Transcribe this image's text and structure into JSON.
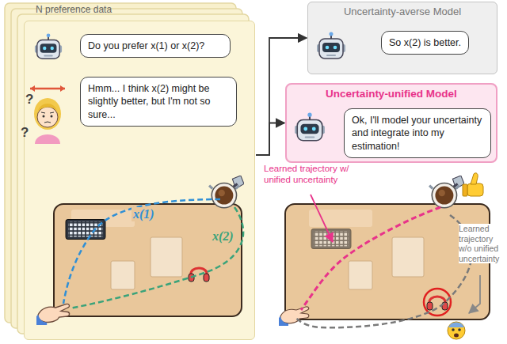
{
  "diagram": {
    "nodes": [
      {
        "text": [
          "N preference data"
        ]
      },
      {
        "text": [
          "Do you prefer x(1) or x(2)?"
        ],
        "in": 0
      },
      {
        "text": [
          "Hmm... I think x(2) might be slightly better, but I'm not so sure..."
        ],
        "in": 0
      },
      {
        "text": [
          "Uncertainty-averse Model"
        ]
      },
      {
        "text": [
          "So x(2) is better."
        ],
        "in": 3
      },
      {
        "text": [
          "Uncertainty-unified Model"
        ]
      },
      {
        "text": [
          "Ok, I'll model your uncertainty and integrate into my estimation!"
        ],
        "in": 5
      }
    ],
    "edges": [
      {
        "from": 0,
        "to": 3,
        "arrow": "to"
      },
      {
        "from": 0,
        "to": 5,
        "arrow": "to"
      }
    ],
    "labels": [
      "?",
      "?",
      "x(1)",
      "x(2)",
      "Learned trajectory w/ unified uncertainty",
      "Learned trajectory w/o unified uncertainty"
    ]
  }
}
